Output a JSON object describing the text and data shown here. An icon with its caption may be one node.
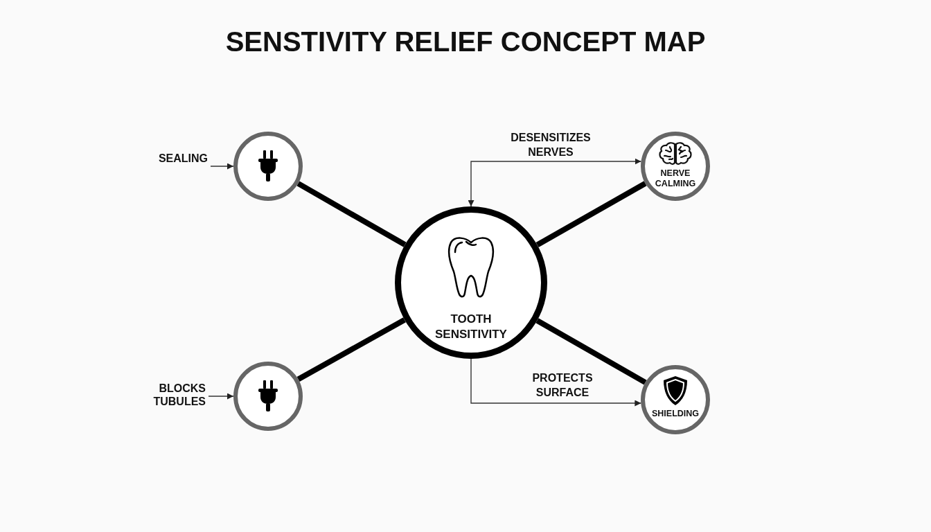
{
  "diagram": {
    "title": "SENSTIVITY RELIEF CONCEPT MAP",
    "nodes": [
      {
        "text": [
          "SEALING"
        ]
      },
      {
        "text": [],
        "shape": "circle"
      },
      {
        "text": [
          "NERVE CALMING"
        ]
      },
      {
        "text": [
          "TOOTH SENSITIVITY"
        ]
      },
      {
        "text": [
          "BLOCKS TUBULES"
        ]
      },
      {
        "text": [],
        "shape": "circle"
      },
      {
        "text": [
          "SHIELDING"
        ]
      }
    ],
    "edges": [
      {
        "from": 0,
        "to": 1,
        "arrow": "to"
      },
      {
        "from": 1,
        "to": 3,
        "arrow": "none",
        "style": "thick"
      },
      {
        "from": 2,
        "to": 3,
        "arrow": "none",
        "style": "thick"
      },
      {
        "from": 3,
        "to": 2,
        "arrow": "both",
        "label": "DESENSITIZES NERVES"
      },
      {
        "from": 4,
        "to": 5,
        "arrow": "to"
      },
      {
        "from": 5,
        "to": 3,
        "arrow": "none",
        "style": "thick"
      },
      {
        "from": 6,
        "to": 3,
        "arrow": "none",
        "style": "thick"
      },
      {
        "from": 3,
        "to": 6,
        "arrow": "to",
        "label": "PROTECTS SURFACE"
      }
    ]
  }
}
